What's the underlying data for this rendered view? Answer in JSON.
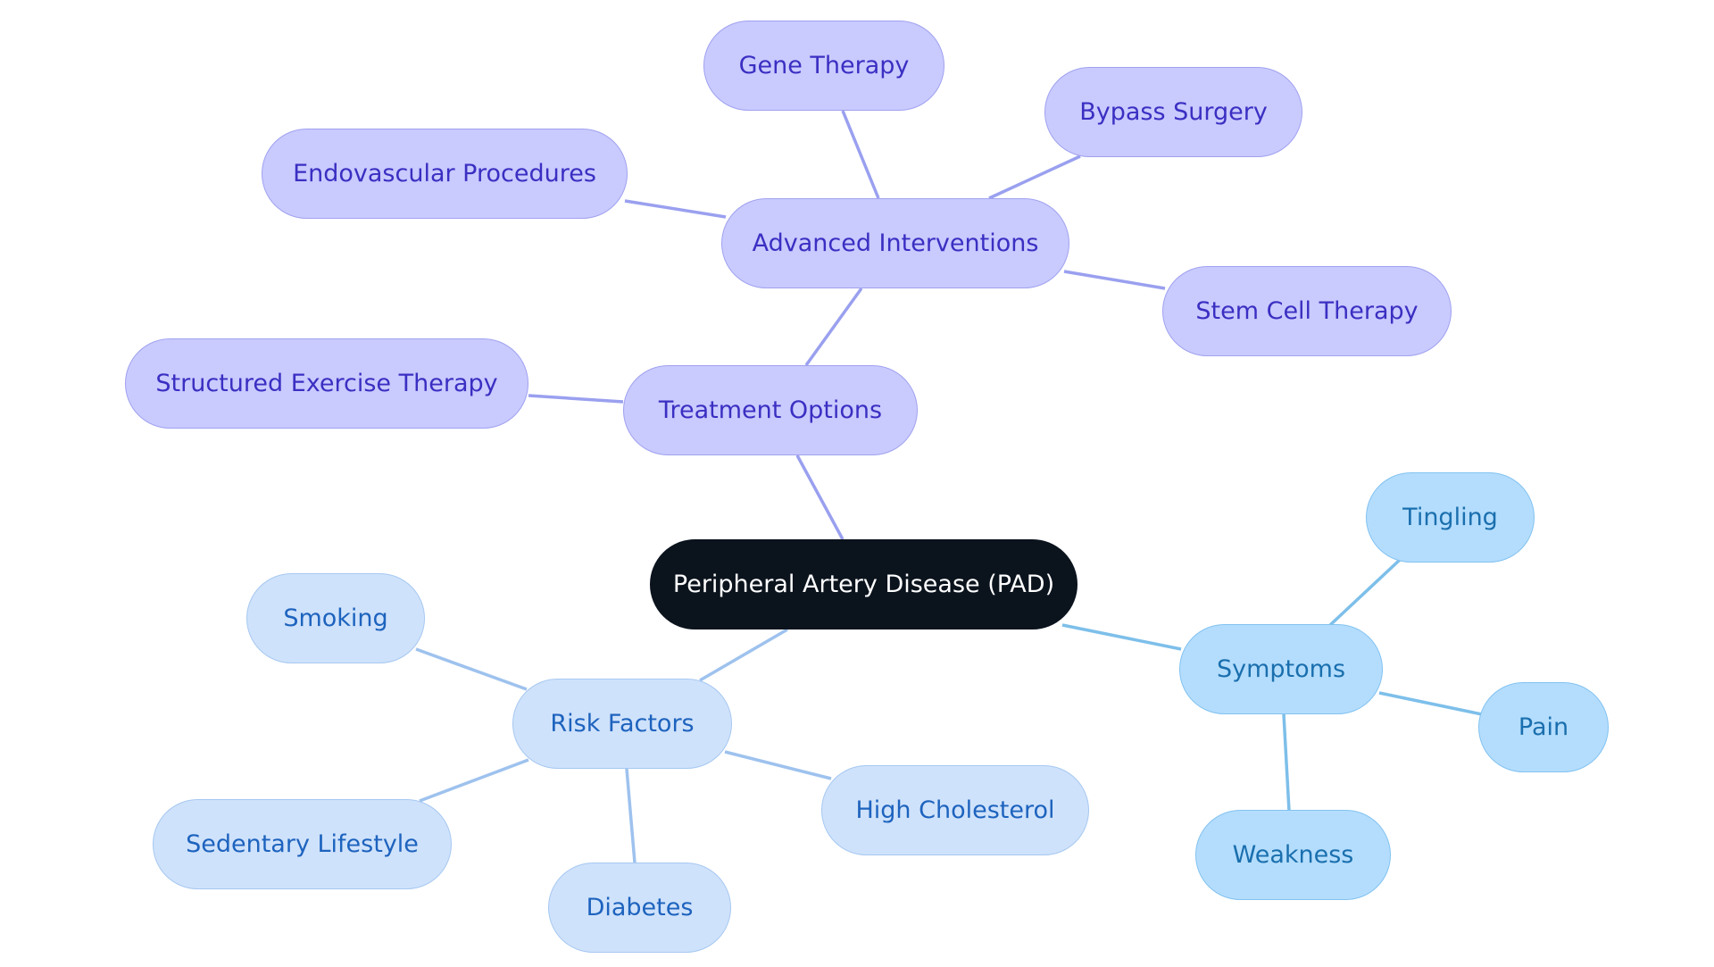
{
  "diagram": {
    "root": {
      "label": "Peripheral Artery Disease (PAD)"
    },
    "treatment": {
      "label": "Treatment Options",
      "advanced": {
        "label": "Advanced Interventions",
        "children": [
          "Gene Therapy",
          "Bypass Surgery",
          "Endovascular Procedures",
          "Stem Cell Therapy"
        ]
      },
      "children": [
        "Structured Exercise Therapy"
      ]
    },
    "risk": {
      "label": "Risk Factors",
      "children": [
        "Smoking",
        "Sedentary Lifestyle",
        "Diabetes",
        "High Cholesterol"
      ]
    },
    "symptoms": {
      "label": "Symptoms",
      "children": [
        "Tingling",
        "Pain",
        "Weakness"
      ]
    }
  },
  "colors": {
    "root_fill": "#0b131d",
    "treatment_fill": "#c9cafe",
    "treatment_text": "#3a2fc2",
    "risk_fill": "#cfe2fb",
    "risk_text": "#1d63be",
    "symptom_fill": "#b4ddfd",
    "symptom_text": "#1a6fae"
  }
}
